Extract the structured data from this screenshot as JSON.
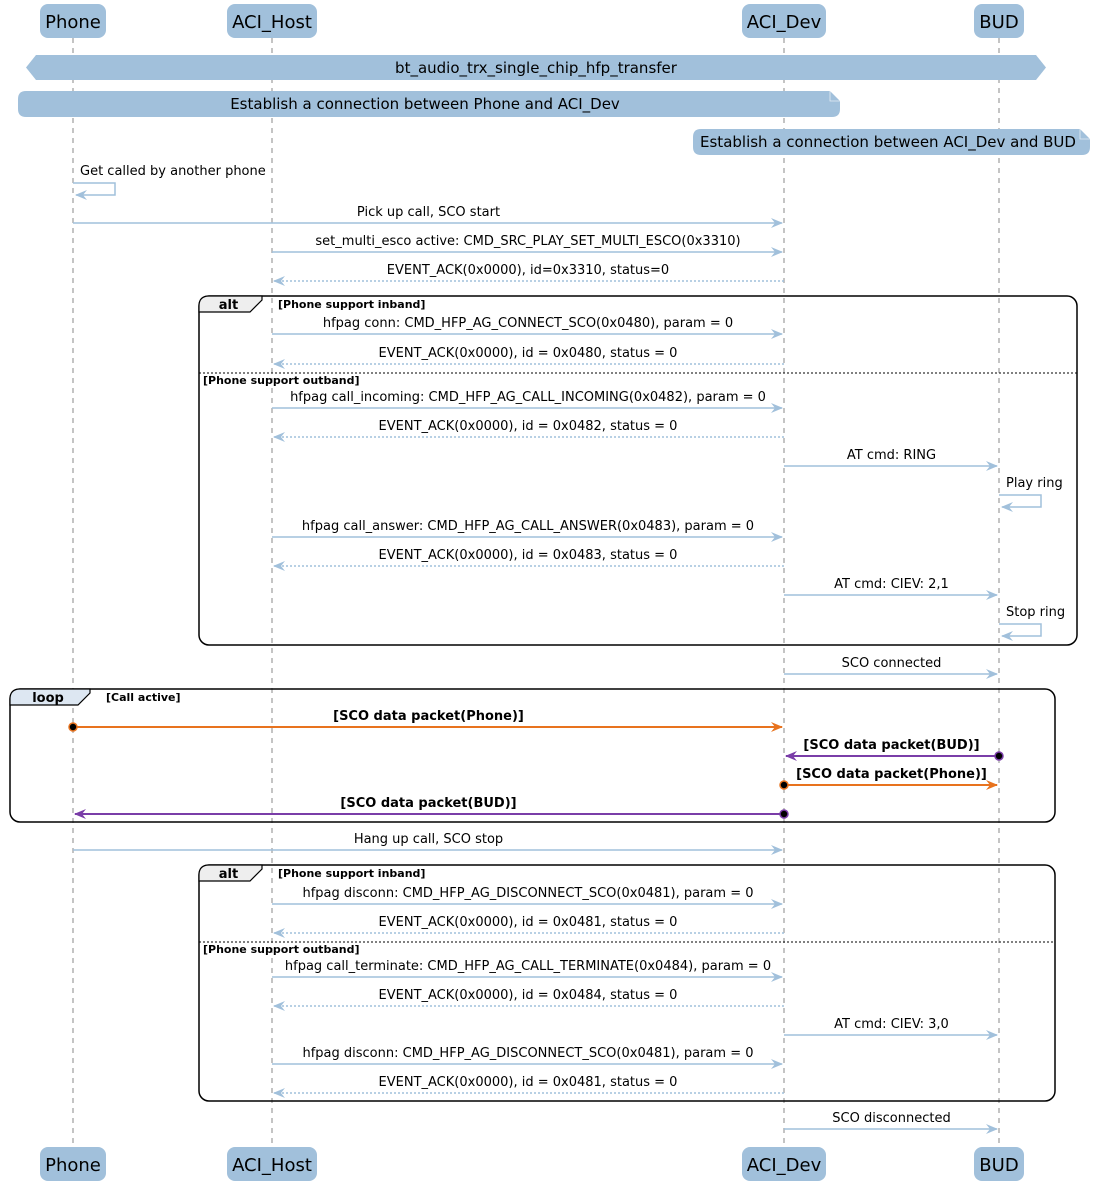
{
  "title": "bt_audio_trx_single_chip_hfp_transfer",
  "colors": {
    "participant_fill": "#A1C0DB",
    "arrow_default": "#A1C0DB",
    "arrow_phone_data": "#E8731E",
    "arrow_bud_data": "#7A3DA8",
    "frame_border": "#000000",
    "loop_header_fill": "#DDE7F2",
    "alt_header_fill": "#EEEEEE",
    "lifeline": "#888888"
  },
  "participants": [
    {
      "id": "phone",
      "label": "Phone"
    },
    {
      "id": "host",
      "label": "ACI_Host"
    },
    {
      "id": "dev",
      "label": "ACI_Dev"
    },
    {
      "id": "bud",
      "label": "BUD"
    }
  ],
  "notes": [
    {
      "id": "title-banner",
      "text": "bt_audio_trx_single_chip_hfp_transfer",
      "kind": "banner"
    },
    {
      "id": "note-phone-dev",
      "text": "Establish a connection between Phone and ACI_Dev",
      "kind": "note",
      "from": "phone",
      "to": "dev"
    },
    {
      "id": "note-dev-bud",
      "text": "Establish a connection between ACI_Dev and BUD",
      "kind": "note",
      "from": "dev",
      "to": "bud"
    }
  ],
  "messages": [
    {
      "from": "phone",
      "to": "phone",
      "text": "Get called by another phone",
      "style": "self"
    },
    {
      "from": "phone",
      "to": "dev",
      "text": "Pick up call, SCO start",
      "style": "solid"
    },
    {
      "from": "host",
      "to": "dev",
      "text": "set_multi_esco active: CMD_SRC_PLAY_SET_MULTI_ESCO(0x3310)",
      "style": "solid"
    },
    {
      "from": "dev",
      "to": "host",
      "text": "EVENT_ACK(0x0000), id=0x3310, status=0",
      "style": "dotted"
    },
    {
      "from": "host",
      "to": "dev",
      "text": "hfpag conn: CMD_HFP_AG_CONNECT_SCO(0x0480), param = 0",
      "style": "solid"
    },
    {
      "from": "dev",
      "to": "host",
      "text": "EVENT_ACK(0x0000), id = 0x0480, status = 0",
      "style": "dotted"
    },
    {
      "from": "host",
      "to": "dev",
      "text": "hfpag call_incoming: CMD_HFP_AG_CALL_INCOMING(0x0482), param = 0",
      "style": "solid"
    },
    {
      "from": "dev",
      "to": "host",
      "text": "EVENT_ACK(0x0000), id = 0x0482, status = 0",
      "style": "dotted"
    },
    {
      "from": "dev",
      "to": "bud",
      "text": "AT cmd: RING",
      "style": "solid"
    },
    {
      "from": "bud",
      "to": "bud",
      "text": "Play ring",
      "style": "self"
    },
    {
      "from": "host",
      "to": "dev",
      "text": "hfpag call_answer: CMD_HFP_AG_CALL_ANSWER(0x0483), param = 0",
      "style": "solid"
    },
    {
      "from": "dev",
      "to": "host",
      "text": "EVENT_ACK(0x0000), id = 0x0483, status = 0",
      "style": "dotted"
    },
    {
      "from": "dev",
      "to": "bud",
      "text": "AT cmd: CIEV: 2,1",
      "style": "solid"
    },
    {
      "from": "bud",
      "to": "bud",
      "text": "Stop ring",
      "style": "self"
    },
    {
      "from": "dev",
      "to": "bud",
      "text": "SCO connected",
      "style": "solid"
    },
    {
      "from": "phone",
      "to": "dev",
      "text": "[SCO data packet(Phone)]",
      "style": "phone-data"
    },
    {
      "from": "bud",
      "to": "dev",
      "text": "[SCO data packet(BUD)]",
      "style": "bud-data"
    },
    {
      "from": "dev",
      "to": "bud",
      "text": "[SCO data packet(Phone)]",
      "style": "phone-data"
    },
    {
      "from": "dev",
      "to": "phone",
      "text": "[SCO data packet(BUD)]",
      "style": "bud-data"
    },
    {
      "from": "phone",
      "to": "dev",
      "text": "Hang up call, SCO stop",
      "style": "solid"
    },
    {
      "from": "host",
      "to": "dev",
      "text": "hfpag disconn: CMD_HFP_AG_DISCONNECT_SCO(0x0481), param = 0",
      "style": "solid"
    },
    {
      "from": "dev",
      "to": "host",
      "text": "EVENT_ACK(0x0000), id = 0x0481, status = 0",
      "style": "dotted"
    },
    {
      "from": "host",
      "to": "dev",
      "text": "hfpag call_terminate: CMD_HFP_AG_CALL_TERMINATE(0x0484), param = 0",
      "style": "solid"
    },
    {
      "from": "dev",
      "to": "host",
      "text": "EVENT_ACK(0x0000), id = 0x0484, status = 0",
      "style": "dotted"
    },
    {
      "from": "dev",
      "to": "bud",
      "text": "AT cmd: CIEV: 3,0",
      "style": "solid"
    },
    {
      "from": "host",
      "to": "dev",
      "text": "hfpag disconn: CMD_HFP_AG_DISCONNECT_SCO(0x0481), param = 0",
      "style": "solid"
    },
    {
      "from": "dev",
      "to": "host",
      "text": "EVENT_ACK(0x0000), id = 0x0481, status = 0",
      "style": "dotted"
    },
    {
      "from": "dev",
      "to": "bud",
      "text": "SCO disconnected",
      "style": "solid"
    }
  ],
  "frames": [
    {
      "kind": "alt",
      "label": "alt",
      "condition": "[Phone support inband]",
      "else_condition": "[Phone support outband]"
    },
    {
      "kind": "loop",
      "label": "loop",
      "condition": "[Call active]"
    },
    {
      "kind": "alt",
      "label": "alt",
      "condition": "[Phone support inband]",
      "else_condition": "[Phone support outband]"
    }
  ]
}
